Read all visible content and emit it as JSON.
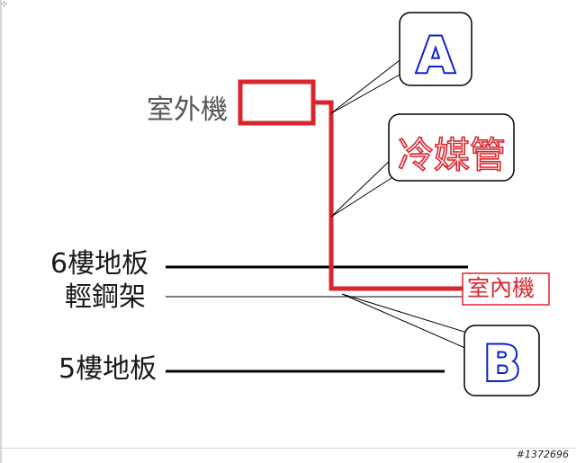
{
  "labels": {
    "outdoor_unit": "室外機",
    "refrigerant_pipe": "冷媒管",
    "floor_6": "6樓地板",
    "steel_frame": "輕鋼架",
    "indoor_unit": "室內機",
    "floor_5": "5樓地板",
    "callout_a": "A",
    "callout_b": "B"
  },
  "watermark": "#1372696",
  "colors": {
    "pipe_red": "#d9262e",
    "callout_blue": "#0a1fd1",
    "line_black": "#000000",
    "label_gray": "#555555",
    "label_dark": "#1a1a1a"
  }
}
